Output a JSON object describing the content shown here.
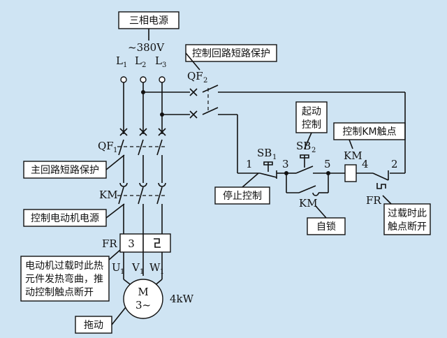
{
  "callouts": {
    "power_title": "三相电源",
    "voltage": "~380V",
    "ctrl_loop_protect": "控制回路短路保护",
    "main_loop_protect": "主回路短路保护",
    "motor_power": "控制电动机电源",
    "overload_note_1": "电动机过载时此热",
    "overload_note_2": "元件发热弯曲，推",
    "overload_note_3": "动控制触点断开",
    "drag": "拖动",
    "start_ctrl_1": "起动",
    "start_ctrl_2": "控制",
    "km_contact": "控制KM触点",
    "stop_ctrl": "停止控制",
    "self_lock": "自锁",
    "overload_open_1": "过载时此",
    "overload_open_2": "触点断开"
  },
  "labels": {
    "L": "L",
    "sub1": "1",
    "sub2": "2",
    "sub3": "3",
    "QF": "QF",
    "KM": "KM",
    "FR": "FR",
    "SB": "SB",
    "U": "U",
    "V": "V",
    "W": "W",
    "fr_box_num": "3",
    "motor_M": "M",
    "motor_3ph": "3~",
    "motor_power": "4kW",
    "node_1": "1",
    "node_3": "3",
    "node_5": "5",
    "node_4": "4",
    "node_2": "2"
  }
}
